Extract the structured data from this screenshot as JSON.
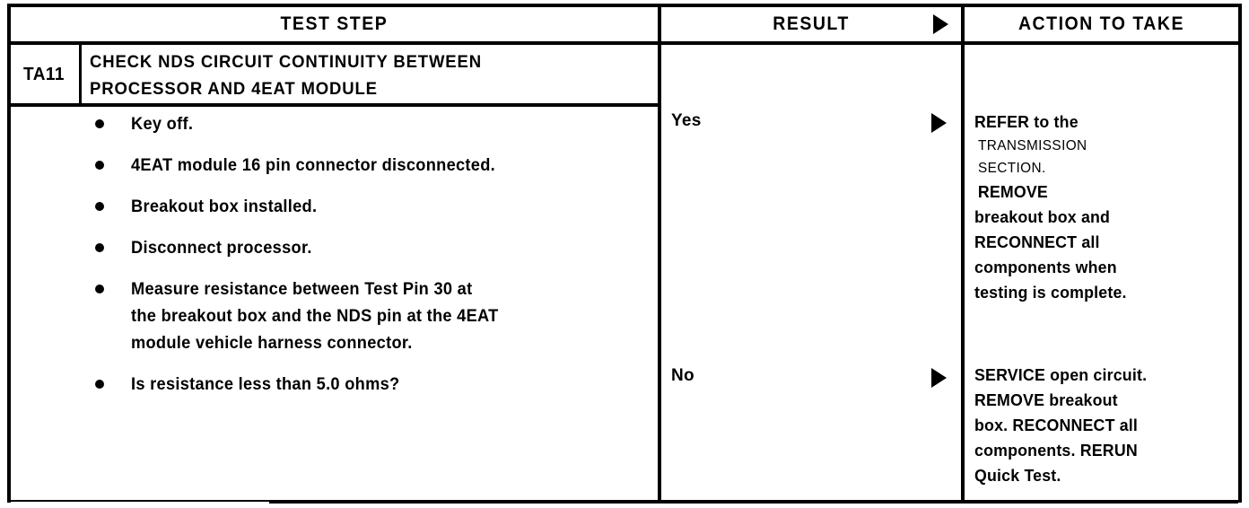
{
  "table": {
    "headers": {
      "test_step": "TEST STEP",
      "result": "RESULT",
      "action": "ACTION TO TAKE",
      "result_arrow_icon": "right-triangle-icon"
    },
    "step": {
      "code": "TA11",
      "title_lines": [
        "CHECK NDS CIRCUIT CONTINUITY BETWEEN",
        "PROCESSOR AND 4EAT MODULE"
      ]
    },
    "bullets": [
      {
        "lines": [
          "Key off."
        ]
      },
      {
        "lines": [
          "4EAT module 16 pin connector disconnected."
        ]
      },
      {
        "lines": [
          "Breakout box installed."
        ]
      },
      {
        "lines": [
          "Disconnect processor."
        ]
      },
      {
        "lines": [
          "Measure resistance between Test Pin 30 at",
          "the breakout box and the NDS pin at the 4EAT",
          "module vehicle harness connector."
        ]
      },
      {
        "lines": [
          "Is resistance less than 5.0 ohms?"
        ]
      }
    ],
    "branches": [
      {
        "result": "Yes",
        "arrow_icon": "right-triangle-icon",
        "action_lines": [
          {
            "text": "REFER to the",
            "weight": "bold"
          },
          {
            "text": "TRANSMISSION",
            "weight": "light"
          },
          {
            "text": "SECTION.",
            "weight": "light"
          },
          {
            "text": "REMOVE",
            "weight": "bold",
            "indent": true
          },
          {
            "text": "breakout box and",
            "weight": "bold"
          },
          {
            "text": "RECONNECT all",
            "weight": "bold"
          },
          {
            "text": "components when",
            "weight": "bold"
          },
          {
            "text": "testing is complete.",
            "weight": "bold"
          }
        ]
      },
      {
        "result": "No",
        "arrow_icon": "right-triangle-icon",
        "action_lines": [
          {
            "text": "SERVICE open circuit.",
            "weight": "bold"
          },
          {
            "text": "REMOVE breakout",
            "weight": "bold"
          },
          {
            "text": "box. RECONNECT all",
            "weight": "bold"
          },
          {
            "text": "components. RERUN",
            "weight": "bold"
          },
          {
            "text": "Quick Test.",
            "weight": "bold"
          }
        ]
      }
    ]
  },
  "colors": {
    "ink": "#000000",
    "paper": "#ffffff"
  }
}
